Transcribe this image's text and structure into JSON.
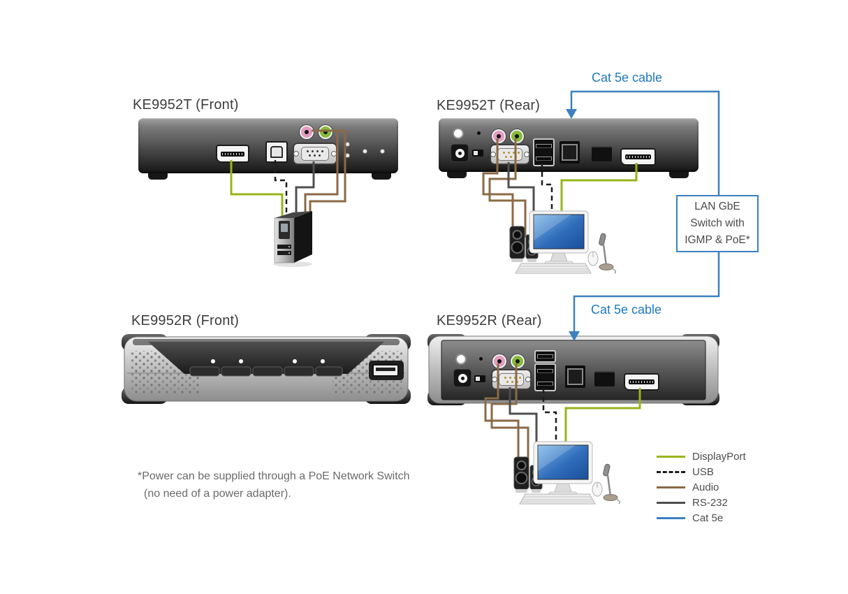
{
  "titles": {
    "ke9952t_front": "KE9952T (Front)",
    "ke9952t_rear": "KE9952T (Rear)",
    "ke9952r_front": "KE9952R (Front)",
    "ke9952r_rear": "KE9952R (Rear)"
  },
  "cable_labels": {
    "top": "Cat 5e cable",
    "bottom": "Cat 5e cable"
  },
  "switch_box": {
    "line1": "LAN GbE",
    "line2": "Switch with",
    "line3": "IGMP & PoE*"
  },
  "footnote": {
    "line1": "*Power can be supplied through a PoE Network Switch",
    "line2": "(no need of a power adapter)."
  },
  "legend": {
    "items": [
      {
        "label": "DisplayPort",
        "color": "#97b41b",
        "style": "solid"
      },
      {
        "label": "USB",
        "color": "#1c1c1c",
        "style": "dashed"
      },
      {
        "label": "Audio",
        "color": "#8a6a45",
        "style": "solid"
      },
      {
        "label": "RS-232",
        "color": "#4f4f4f",
        "style": "solid"
      },
      {
        "label": "Cat 5e",
        "color": "#3c80c0",
        "style": "solid"
      }
    ]
  },
  "colors": {
    "displayport_cable": "#97b41b",
    "usb_cable": "#1c1c1c",
    "audio_cable": "#8a6a45",
    "rs232_cable": "#4f4f4f",
    "cat5e_cable": "#3c80c0",
    "label_blue": "#1e79be",
    "title_gray": "#3d3d3d"
  }
}
